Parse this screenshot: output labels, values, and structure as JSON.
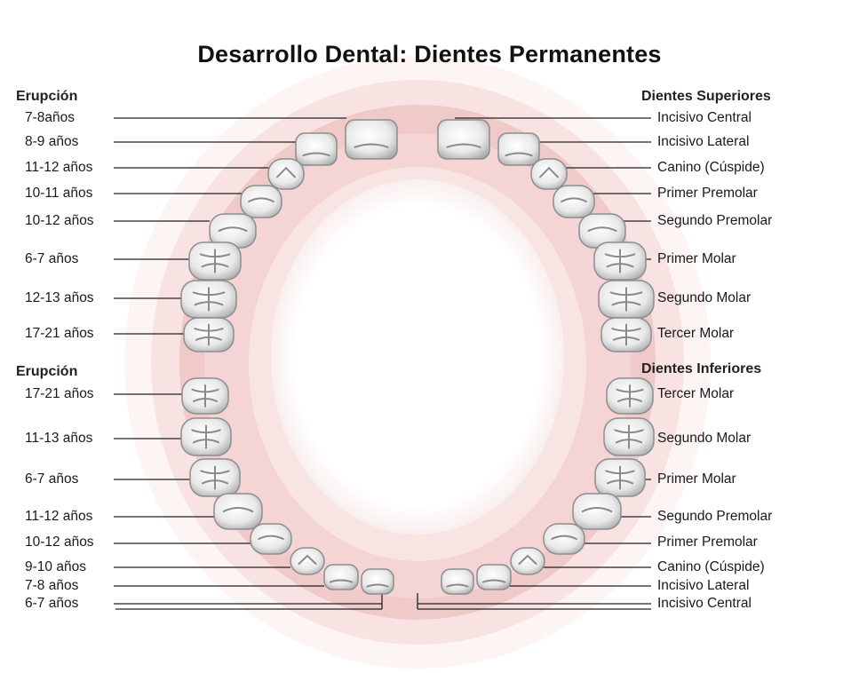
{
  "title": "Desarrollo Dental: Dientes Permanentes",
  "upper": {
    "left_header": "Erupción",
    "right_header": "Dientes Superiores",
    "rows": [
      {
        "age": "7-8años",
        "tooth": "Incisivo Central"
      },
      {
        "age": "8-9 años",
        "tooth": "Incisivo Lateral"
      },
      {
        "age": "11-12 años",
        "tooth": "Canino (Cúspide)"
      },
      {
        "age": "10-11 años",
        "tooth": "Primer Premolar"
      },
      {
        "age": "10-12 años",
        "tooth": "Segundo Premolar"
      },
      {
        "age": "6-7 años",
        "tooth": "Primer Molar"
      },
      {
        "age": "12-13 años",
        "tooth": "Segundo Molar"
      },
      {
        "age": "17-21 años",
        "tooth": "Tercer Molar"
      }
    ]
  },
  "lower": {
    "left_header": "Erupción",
    "right_header": "Dientes Inferiores",
    "rows": [
      {
        "age": "17-21 años",
        "tooth": "Tercer Molar"
      },
      {
        "age": "11-13 años",
        "tooth": "Segundo Molar"
      },
      {
        "age": "6-7 años",
        "tooth": "Primer Molar"
      },
      {
        "age": "11-12 años",
        "tooth": "Segundo Premolar"
      },
      {
        "age": "10-12 años",
        "tooth": "Primer Premolar"
      },
      {
        "age": "9-10 años",
        "tooth": "Canino (Cúspide)"
      },
      {
        "age": "7-8 años",
        "tooth": "Incisivo Lateral"
      },
      {
        "age": "6-7 años",
        "tooth": "Incisivo Central"
      }
    ]
  }
}
